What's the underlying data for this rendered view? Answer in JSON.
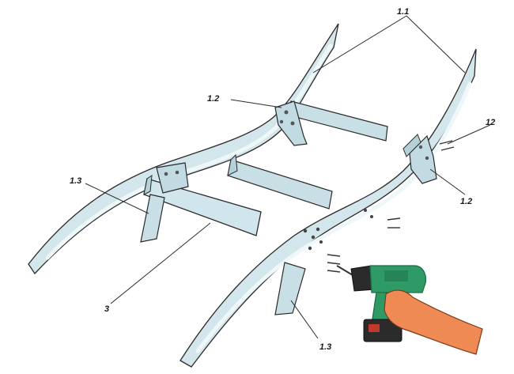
{
  "labels": {
    "rail_top": "1.1",
    "bracket_upper": "1.2",
    "bracket_right": "1.2",
    "leg_left": "1.3",
    "leg_right": "1.3",
    "crossbar": "3",
    "screws": "12"
  },
  "colors": {
    "wood": "#d3e6ec",
    "wood_light": "#e9f4f7",
    "outline": "#2a2a2a",
    "drill_body": "#2e9a66",
    "drill_dark": "#1f6e49",
    "battery": "#2b2b2b",
    "hand": "#f08a55"
  }
}
